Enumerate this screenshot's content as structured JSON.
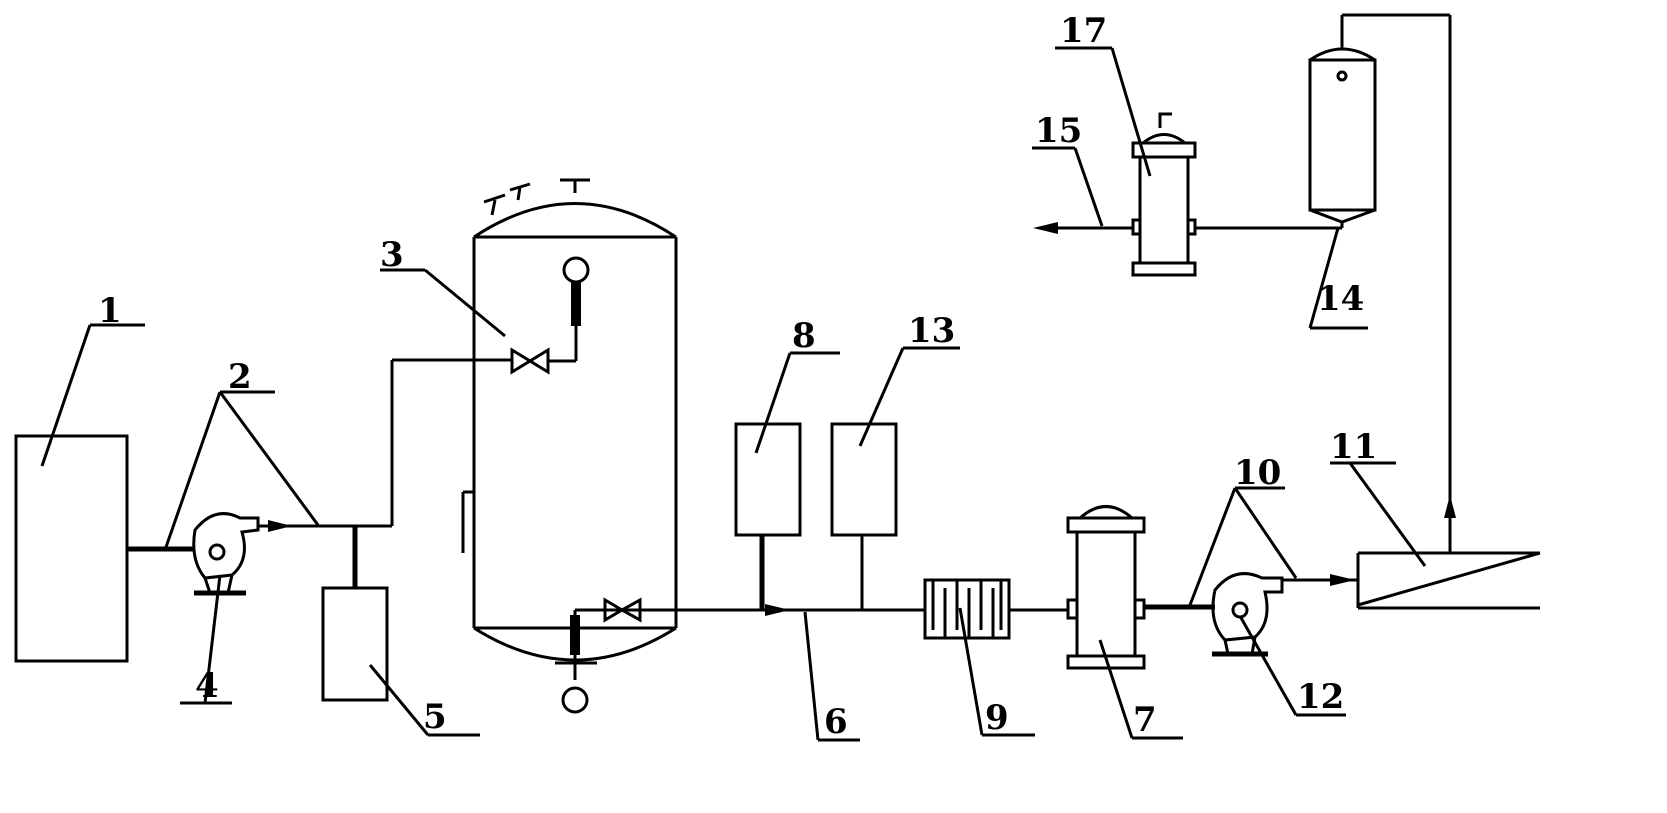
{
  "diagram": {
    "labels": {
      "l1": "1",
      "l2": "2",
      "l3": "3",
      "l4": "4",
      "l5": "5",
      "l6": "6",
      "l7": "7",
      "l8": "8",
      "l9": "9",
      "l10": "10",
      "l11": "11",
      "l12": "12",
      "l13": "13",
      "l14": "14",
      "l15": "15",
      "l17": "17"
    },
    "colors": {
      "stroke": "#000000",
      "background": "#ffffff"
    }
  }
}
